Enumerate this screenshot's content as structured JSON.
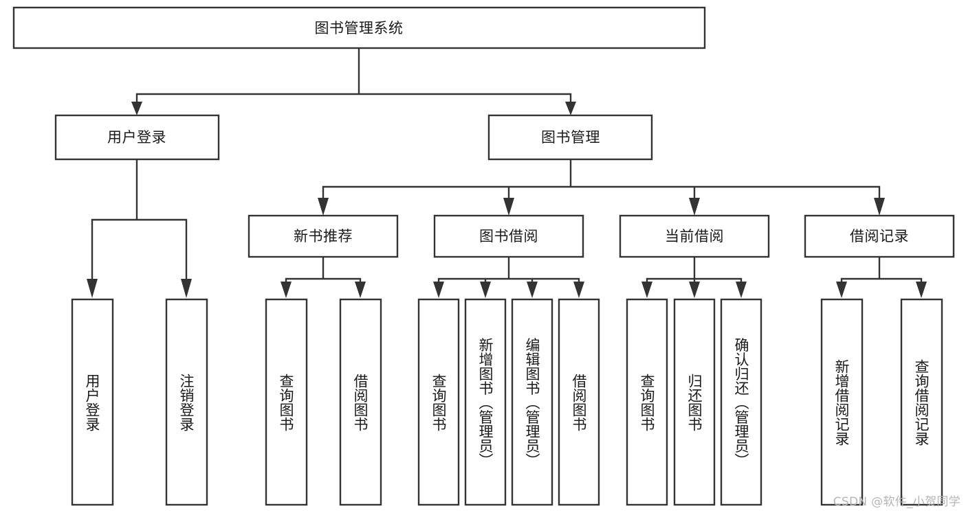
{
  "diagram": {
    "type": "tree",
    "title": "图书管理系统",
    "orientation": "top-down",
    "watermark": "CSDN @软件_小贺同学",
    "colors": {
      "box_stroke": "#333333",
      "box_fill": "#ffffff",
      "connector": "#333333",
      "text": "#1a1a1a",
      "background": "#ffffff",
      "watermark": "#b6b6b6"
    },
    "nodes": {
      "root": {
        "label": "图书管理系统",
        "level": 1,
        "orientation": "horizontal"
      },
      "l2": [
        {
          "id": "user-login",
          "label": "用户登录",
          "level": 2,
          "orientation": "horizontal"
        },
        {
          "id": "book-manage",
          "label": "图书管理",
          "level": 2,
          "orientation": "horizontal"
        }
      ],
      "l3": [
        {
          "id": "new-book-recommend",
          "label": "新书推荐",
          "level": 3,
          "orientation": "horizontal",
          "parent": "book-manage"
        },
        {
          "id": "book-borrow",
          "label": "图书借阅",
          "level": 3,
          "orientation": "horizontal",
          "parent": "book-manage"
        },
        {
          "id": "current-borrow",
          "label": "当前借阅",
          "level": 3,
          "orientation": "horizontal",
          "parent": "book-manage"
        },
        {
          "id": "borrow-record",
          "label": "借阅记录",
          "level": 3,
          "orientation": "horizontal",
          "parent": "borrow-record"
        }
      ],
      "leaves": [
        {
          "id": "leaf-user-login",
          "label": "用户登录",
          "parent": "user-login",
          "orientation": "vertical"
        },
        {
          "id": "leaf-logout-login",
          "label": "注销登录",
          "parent": "user-login",
          "orientation": "vertical"
        },
        {
          "id": "leaf-query-book-1",
          "label": "查询图书",
          "parent": "new-book-recommend",
          "orientation": "vertical"
        },
        {
          "id": "leaf-borrow-book-1",
          "label": "借阅图书",
          "parent": "new-book-recommend",
          "orientation": "vertical"
        },
        {
          "id": "leaf-query-book-2",
          "label": "查询图书",
          "parent": "book-borrow",
          "orientation": "vertical"
        },
        {
          "id": "leaf-add-book",
          "label": "新增图书（管理员）",
          "parent": "book-borrow",
          "orientation": "vertical"
        },
        {
          "id": "leaf-edit-book",
          "label": "编辑图书（管理员）",
          "parent": "book-borrow",
          "orientation": "vertical"
        },
        {
          "id": "leaf-borrow-book-2",
          "label": "借阅图书",
          "parent": "book-borrow",
          "orientation": "vertical"
        },
        {
          "id": "leaf-query-book-3",
          "label": "查询图书",
          "parent": "current-borrow",
          "orientation": "vertical"
        },
        {
          "id": "leaf-return-book",
          "label": "归还图书",
          "parent": "current-borrow",
          "orientation": "vertical"
        },
        {
          "id": "leaf-confirm-return",
          "label": "确认归还（管理员）",
          "parent": "current-borrow",
          "orientation": "vertical"
        },
        {
          "id": "leaf-add-record",
          "label": "新增借阅记录",
          "parent": "borrow-record",
          "orientation": "vertical"
        },
        {
          "id": "leaf-query-record",
          "label": "查询借阅记录",
          "parent": "borrow-record",
          "orientation": "vertical"
        }
      ]
    }
  }
}
